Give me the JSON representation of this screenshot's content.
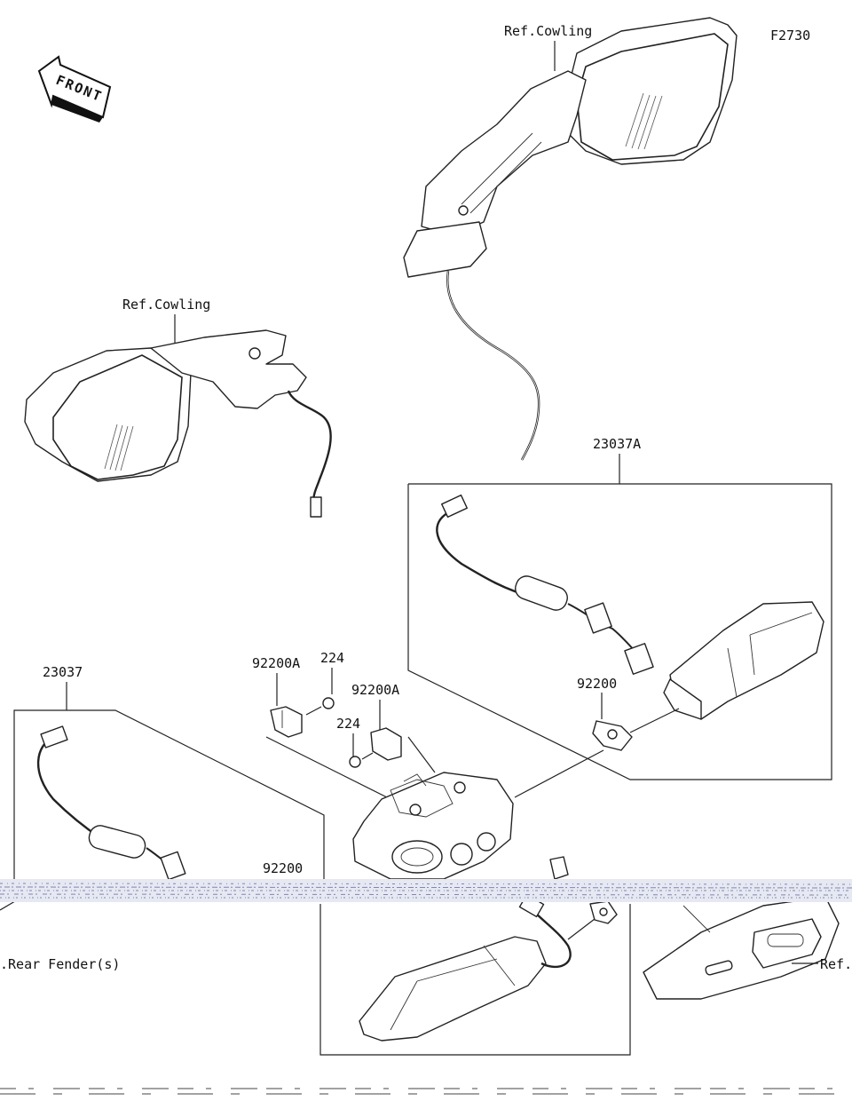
{
  "diagram_code": "F2730",
  "front_label": "FRONT",
  "labels": {
    "ref_cowling_right": "Ref.Cowling",
    "ref_cowling_left": "Ref.Cowling",
    "part_23037A": "23037A",
    "part_23037": "23037",
    "part_92200A_1": "92200A",
    "part_92200A_2": "92200A",
    "part_224_1": "224",
    "part_224_2": "224",
    "part_92200_right": "92200",
    "part_92200_left": "92200",
    "ref_rear_fender": ".Rear Fender(s)",
    "ref_bottom_right": "Ref."
  }
}
